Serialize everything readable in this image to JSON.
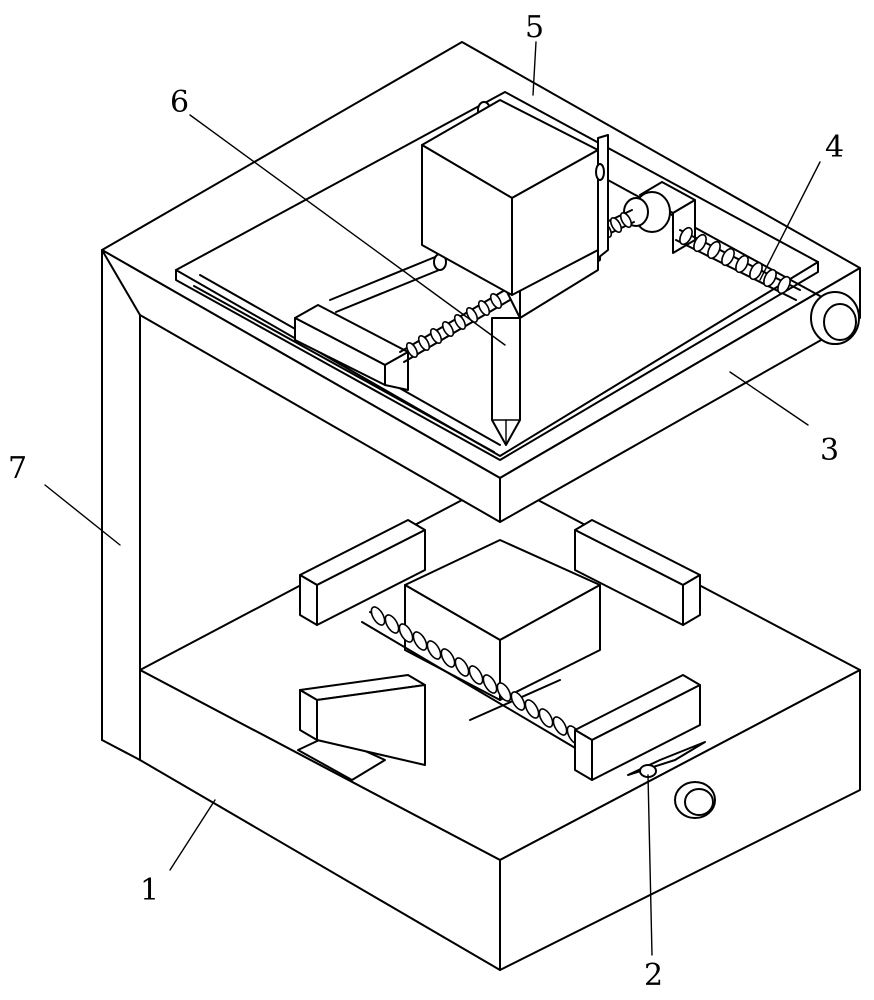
{
  "labels": {
    "base": "1",
    "knob_bottom": "2",
    "top_frame": "3",
    "screw_right": "4",
    "motor_box": "5",
    "probe": "6",
    "column": "7"
  }
}
